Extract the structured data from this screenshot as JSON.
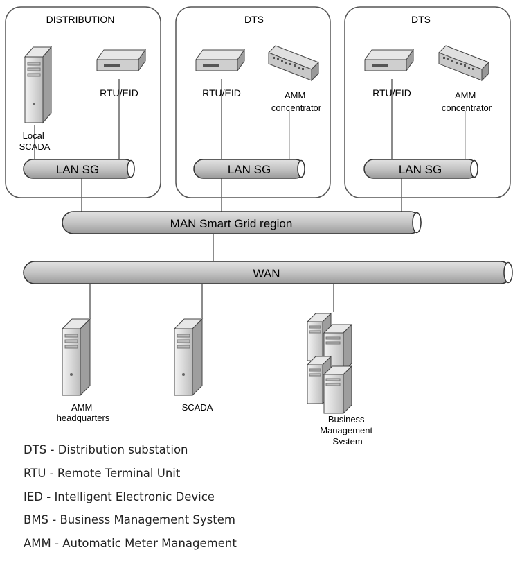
{
  "groups": [
    {
      "title": "DISTRIBUTION",
      "devices": [
        "Local SCADA",
        "RTU/EID"
      ],
      "lan": "LAN SG"
    },
    {
      "title": "DTS",
      "devices": [
        "RTU/EID",
        "AMM concentrator"
      ],
      "lan": "LAN SG"
    },
    {
      "title": "DTS",
      "devices": [
        "RTU/EID",
        "AMM concentrator"
      ],
      "lan": "LAN SG"
    }
  ],
  "man": "MAN Smart Grid region",
  "wan": "WAN",
  "endpoints": [
    {
      "label_lines": [
        "AMM",
        "headquarters"
      ]
    },
    {
      "label_lines": [
        "SCADA"
      ]
    },
    {
      "label_lines": [
        "Business",
        "Management",
        "System"
      ]
    }
  ],
  "legend": [
    "DTS - Distribution substation",
    "RTU - Remote Terminal Unit",
    "IED - Intelligent Electronic Device",
    "BMS - Business Management System",
    "AMM - Automatic Meter Management"
  ],
  "colors": {
    "bus_fill": "#c9c9c9",
    "bus_stroke": "#333333",
    "device": "#d9d9d9",
    "box_stroke": "#555555"
  }
}
